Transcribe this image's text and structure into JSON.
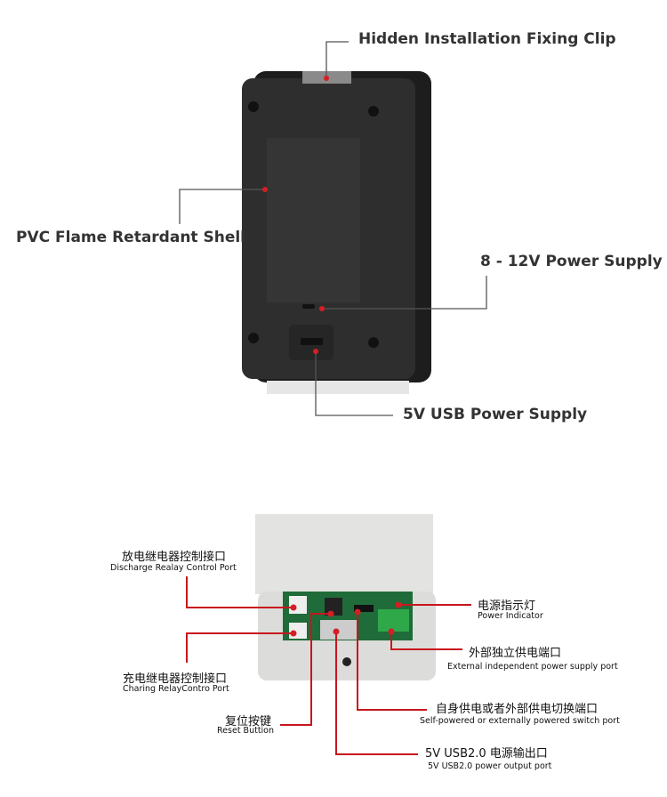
{
  "top_labels": {
    "clip": "Hidden Installation Fixing Clip",
    "shell": "PVC Flame Retardant Shell",
    "power": "8 - 12V Power Supply",
    "usb": "5V USB Power Supply"
  },
  "bottom_labels": {
    "discharge_cn": "放电继电器控制接口",
    "discharge_en": "Discharge Realay Control Port",
    "charging_cn": "充电继电器控制接口",
    "charging_en": "Charing RelayContro Port",
    "reset_cn": "复位按键",
    "reset_en": "Reset Buttion",
    "indicator_cn": "电源指示灯",
    "indicator_en": "Power Indicator",
    "external_cn": "外部独立供电端口",
    "external_en": "External independent power supply port",
    "switch_cn": "自身供电或者外部供电切换端口",
    "switch_en": "Self-powered or externally powered switch port",
    "usbout_cn": "5V USB2.0 电源输出口",
    "usbout_en": "5V USB2.0 power output port"
  },
  "colors": {
    "leader_top": "#555555",
    "leader_bottom": "#c8161d",
    "dot": "#d41f26"
  }
}
